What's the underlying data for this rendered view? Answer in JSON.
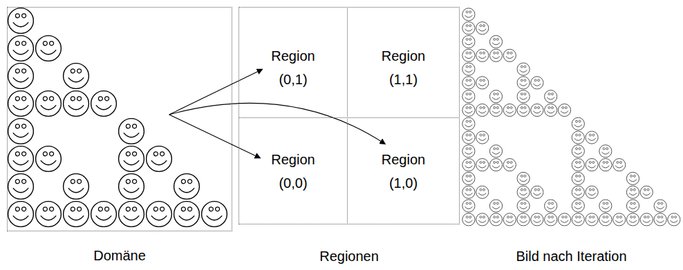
{
  "diagram": {
    "nodes": [
      {
        "text": [
          "Domäne"
        ]
      },
      {
        "text": [
          "Regionen"
        ]
      },
      {
        "text": [
          "Region (0,1)"
        ],
        "in": 1
      },
      {
        "text": [
          "Region (1,1)"
        ],
        "in": 1
      },
      {
        "text": [
          "Region (0,0)"
        ],
        "in": 1
      },
      {
        "text": [
          "Region (1,0)"
        ],
        "in": 1
      }
    ],
    "edges": [
      {
        "from": 0,
        "to": 2,
        "arrow": "to"
      },
      {
        "from": 0,
        "to": 4,
        "arrow": "to"
      },
      {
        "from": 0,
        "to": 5,
        "arrow": "to"
      }
    ],
    "labels": [
      "Bild nach Iteration"
    ]
  }
}
